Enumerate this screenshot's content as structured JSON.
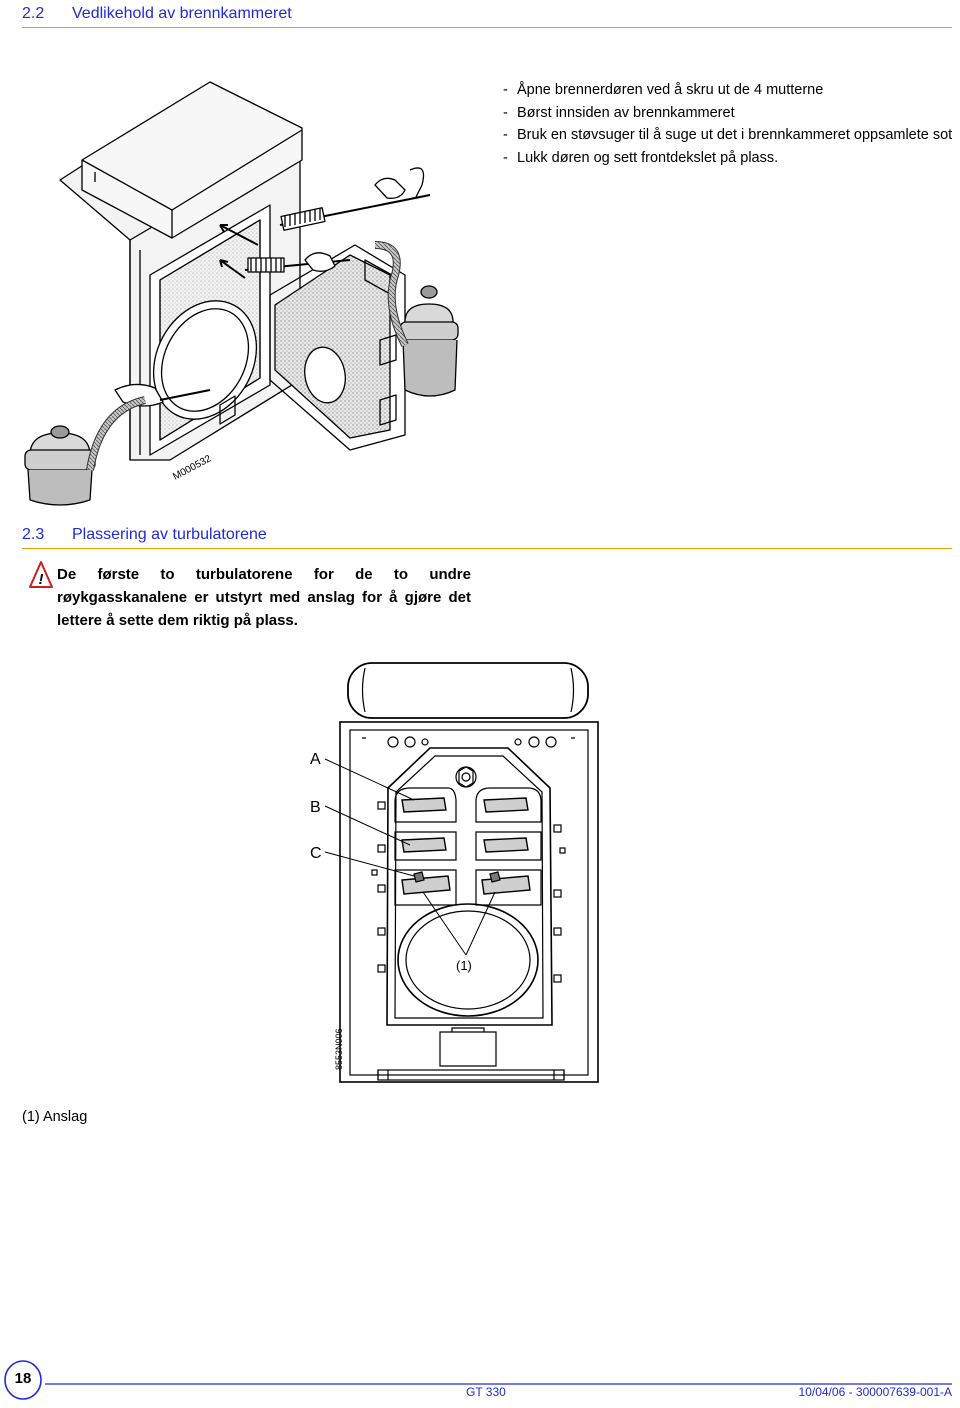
{
  "section_2_2": {
    "number": "2.2",
    "title": "Vedlikehold av brennkammeret",
    "steps": [
      {
        "dash": "-",
        "text": "Åpne brennerdøren ved å skru ut de 4 mutterne"
      },
      {
        "dash": "-",
        "text": "Børst innsiden av brennkammeret"
      },
      {
        "dash": "-",
        "text": "Bruk en støvsuger til å suge ut det i brennkammeret oppsamlete sot"
      },
      {
        "dash": "-",
        "text": "Lukk døren og sett frontdekslet på plass."
      }
    ],
    "figure_code": "M000532"
  },
  "section_2_3": {
    "number": "2.3",
    "title": "Plassering av turbulatorene",
    "warning_text": "De første to turbulatorene for de to undre røykgasskanalene er utstyrt med anslag for å gjøre det lettere å sette dem riktig på plass.",
    "figure_labels": {
      "a": "A",
      "b": "B",
      "c": "C",
      "stop": "(1)"
    },
    "figure_code": "8553N006",
    "legend": "(1) Anslag"
  },
  "footer": {
    "page_number": "18",
    "product": "GT 330",
    "doc_ref": "10/04/06 - 300007639-001-A"
  },
  "colors": {
    "heading_blue": "#1f2bd6",
    "rule_orange": "#e6a400",
    "warning_red": "#cc1f1f"
  }
}
